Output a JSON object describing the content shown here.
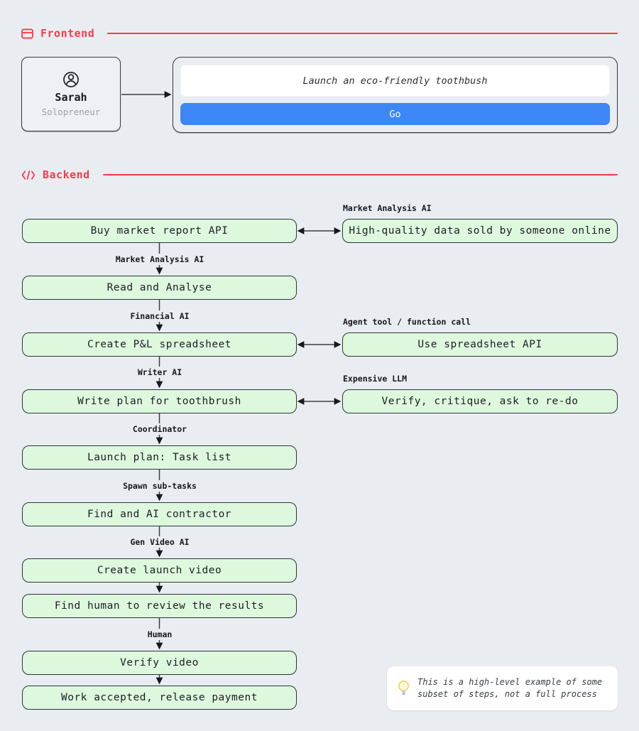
{
  "frontend": {
    "section_label": "Frontend",
    "user": {
      "name": "Sarah",
      "role": "Solopreneur"
    },
    "prompt": {
      "value": "Launch an eco-friendly toothbush",
      "submit_label": "Go"
    }
  },
  "backend": {
    "section_label": "Backend",
    "steps": [
      "Buy market report API",
      "Read and Analyse",
      "Create P&L spreadsheet",
      "Write plan for toothbrush",
      "Launch plan: Task list",
      "Find and AI contractor",
      "Create launch video",
      "Find human to review the results",
      "Verify video",
      "Work accepted, release payment"
    ],
    "edge_labels": [
      "Market Analysis AI",
      "Financial AI",
      "Writer AI",
      "Coordinator",
      "Spawn sub-tasks",
      "Gen Video AI",
      "Human"
    ],
    "side_nodes": [
      {
        "tag": "Market Analysis AI",
        "label": "High-quality data sold by someone online"
      },
      {
        "tag": "Agent tool / function call",
        "label": "Use spreadsheet API"
      },
      {
        "tag": "Expensive LLM",
        "label": "Verify, critique, ask to re-do"
      }
    ]
  },
  "note": {
    "text": "This is a high-level example of some subset of steps, not a full process"
  },
  "colors": {
    "accent_red": "#f73b4b",
    "node_green": "#ddf8dd",
    "node_border": "#2e333a",
    "button_blue": "#3c86f6",
    "background": "#e9edf1"
  }
}
